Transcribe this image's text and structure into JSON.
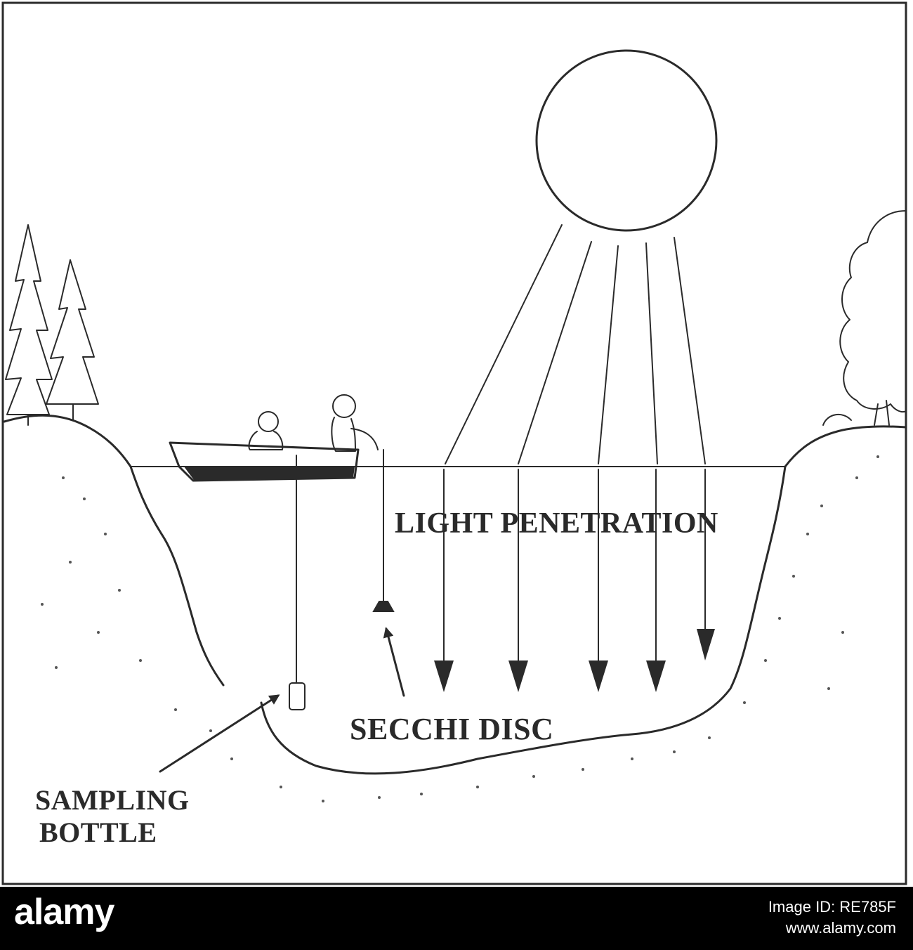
{
  "figure": {
    "labels": {
      "light_penetration": "LIGHT PENETRATION",
      "secchi_disc": "SECCHI DISC",
      "sampling_line1": "SAMPLING",
      "sampling_line2": "BOTTLE"
    },
    "colors": {
      "ink": "#2a2a2a",
      "background": "#ffffff",
      "footer": "#000000"
    },
    "icons": [
      "sun-icon",
      "conifer-trees-icon",
      "deciduous-tree-icon",
      "rowboat-icon",
      "person-icon",
      "secchi-disc-icon",
      "sampling-bottle-icon",
      "light-ray-arrow-icon"
    ]
  },
  "footer": {
    "logo": "alamy",
    "image_id": "Image ID: RE785F",
    "url": "www.alamy.com"
  }
}
